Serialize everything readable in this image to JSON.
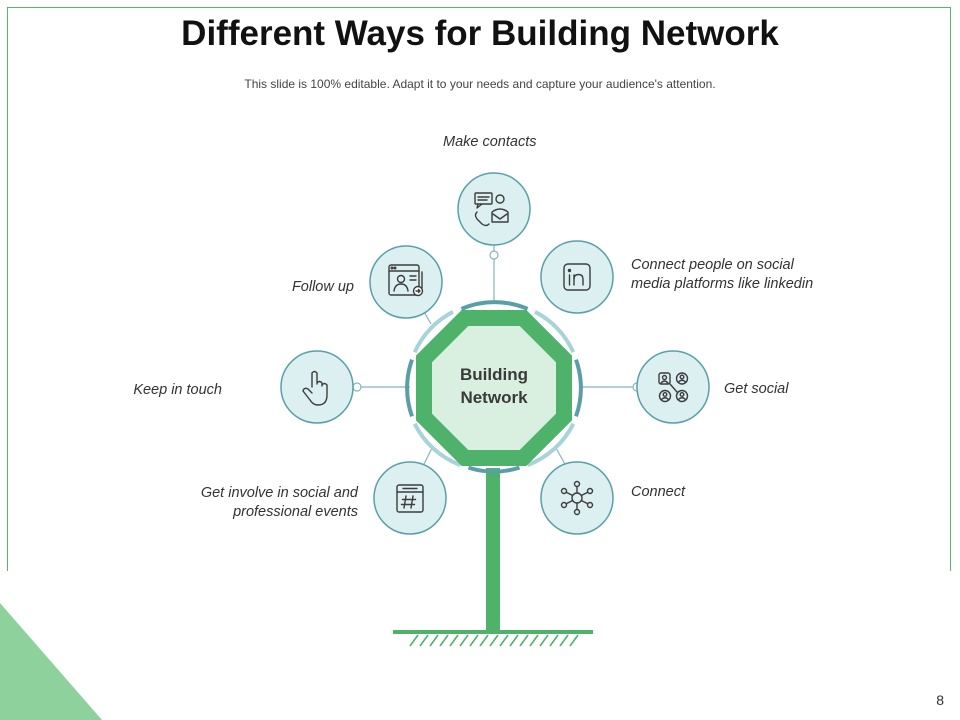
{
  "title": "Different Ways for Building Network",
  "subtitle": "This slide is 100% editable. Adapt it to your needs and capture your audience's attention.",
  "center": {
    "line1": "Building",
    "line2": "Network"
  },
  "nodes": {
    "make_contacts": {
      "label": "Make contacts",
      "icon": "contact-chat-icon"
    },
    "connect_social_media": {
      "line1": "Connect people on social",
      "line2": "media platforms like linkedin",
      "icon": "linkedin-icon"
    },
    "get_social": {
      "label": "Get social",
      "icon": "people-group-icon"
    },
    "connect": {
      "label": "Connect",
      "icon": "network-hub-icon"
    },
    "events": {
      "line1": "Get involve in social and",
      "line2": "professional events",
      "icon": "calendar-icon"
    },
    "keep_in_touch": {
      "label": "Keep in touch",
      "icon": "hand-pointer-icon"
    },
    "follow_up": {
      "label": "Follow up",
      "icon": "profile-follow-icon"
    }
  },
  "colors": {
    "green": "#4fb26a",
    "green_light": "#d9efdf",
    "teal": "#5aa0a8",
    "bubble_fill": "#dceff1",
    "frame": "#55b66f",
    "corner": "#8fd19d"
  },
  "page_number": "8"
}
